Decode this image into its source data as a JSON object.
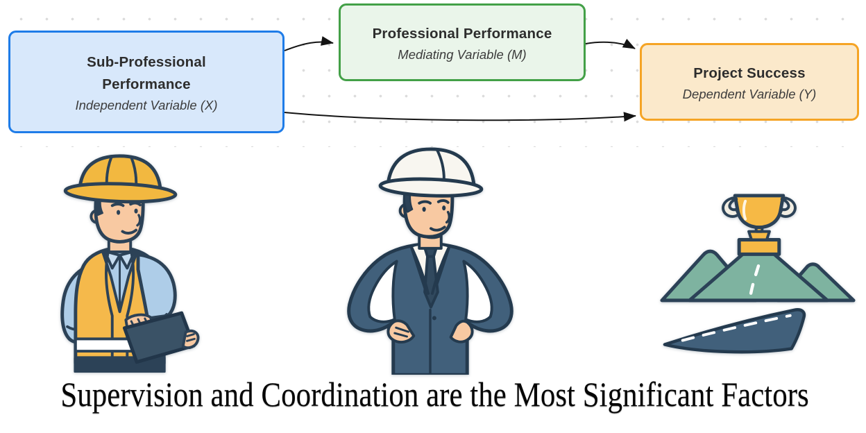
{
  "diagram": {
    "independent_box": {
      "title_line_1": "Sub-Professional",
      "title_line_2": "Performance",
      "subtitle": "Independent Variable (X)",
      "fill": "#d8e8fb",
      "border": "#1e7ce8"
    },
    "mediator_box": {
      "title": "Professional Performance",
      "subtitle": "Mediating Variable (M)",
      "fill": "#eaf5ea",
      "border": "#43a047"
    },
    "dependent_box": {
      "title": "Project Success",
      "subtitle": "Dependent Variable (Y)",
      "fill": "#fbe9cb",
      "border": "#f5a425"
    },
    "arrows": {
      "color": "#141414",
      "x_to_m": "arrow from independent box to mediator box",
      "m_to_y": "arrow from mediator box to dependent box",
      "x_to_y_direct": "curved direct arrow from independent box to dependent box"
    }
  },
  "illustrations": {
    "worker_icon": "construction-worker-with-tablet-icon",
    "engineer_icon": "engineer-in-suit-with-hard-hat-icon",
    "success_icon": "trophy-on-mountain-road-icon"
  },
  "headline": {
    "text": "Supervision and Coordination are the Most Significant Factors",
    "color": "#050505"
  }
}
